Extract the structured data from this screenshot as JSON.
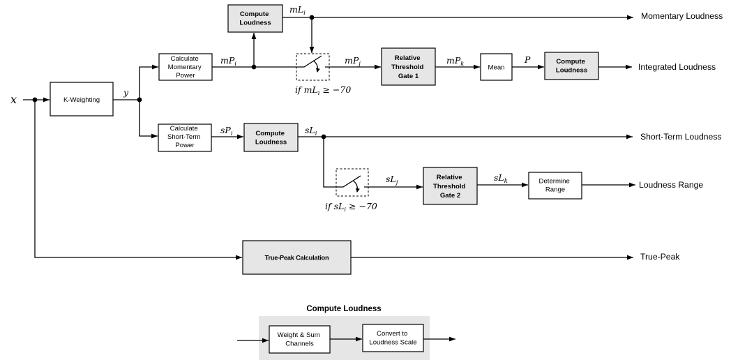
{
  "diagram": {
    "input_label": "x",
    "blocks": {
      "k_weighting": [
        "K-Weighting"
      ],
      "momentary_power": [
        "Calculate",
        "Momentary",
        "Power"
      ],
      "short_term_power": [
        "Calculate",
        "Short-Term",
        "Power"
      ],
      "compute_loudness_momentary": [
        "Compute",
        "Loudness"
      ],
      "compute_loudness_short_term": [
        "Compute",
        "Loudness"
      ],
      "relative_gate_1": [
        "Relative",
        "Threshold",
        "Gate 1"
      ],
      "relative_gate_2": [
        "Relative",
        "Threshold",
        "Gate 2"
      ],
      "mean": [
        "Mean"
      ],
      "compute_loudness_integrated": [
        "Compute",
        "Loudness"
      ],
      "determine_range": [
        "Determine",
        "Range"
      ],
      "true_peak": [
        "True-Peak Calculation"
      ]
    },
    "signals": {
      "y": "y",
      "mPi": {
        "base": "mP",
        "sub": "i"
      },
      "mLi": {
        "base": "mL",
        "sub": "i"
      },
      "mPj": {
        "base": "mP",
        "sub": "j"
      },
      "mPk": {
        "base": "mP",
        "sub": "k"
      },
      "P": "P",
      "sPi": {
        "base": "sP",
        "sub": "i"
      },
      "sLi": {
        "base": "sL",
        "sub": "i"
      },
      "sLj": {
        "base": "sL",
        "sub": "j"
      },
      "sLk": {
        "base": "sL",
        "sub": "k"
      }
    },
    "conditions": {
      "gate_momentary": {
        "pre": "if mL",
        "sub": "i",
        "post": " ≥ −70"
      },
      "gate_short_term": {
        "pre": "if sL",
        "sub": "i",
        "post": " ≥ −70"
      }
    },
    "outputs": {
      "momentary": "Momentary Loudness",
      "integrated": "Integrated Loudness",
      "short_term": "Short-Term Loudness",
      "range": "Loudness Range",
      "true_peak": "True-Peak"
    }
  },
  "legend": {
    "title": "Compute Loudness",
    "blocks": {
      "weight_sum": [
        "Weight & Sum",
        "Channels"
      ],
      "convert": [
        "Convert to",
        "Loudness Scale"
      ]
    }
  },
  "colors": {
    "block_fill_gray": "#e6e6e6",
    "line": "#000000"
  }
}
